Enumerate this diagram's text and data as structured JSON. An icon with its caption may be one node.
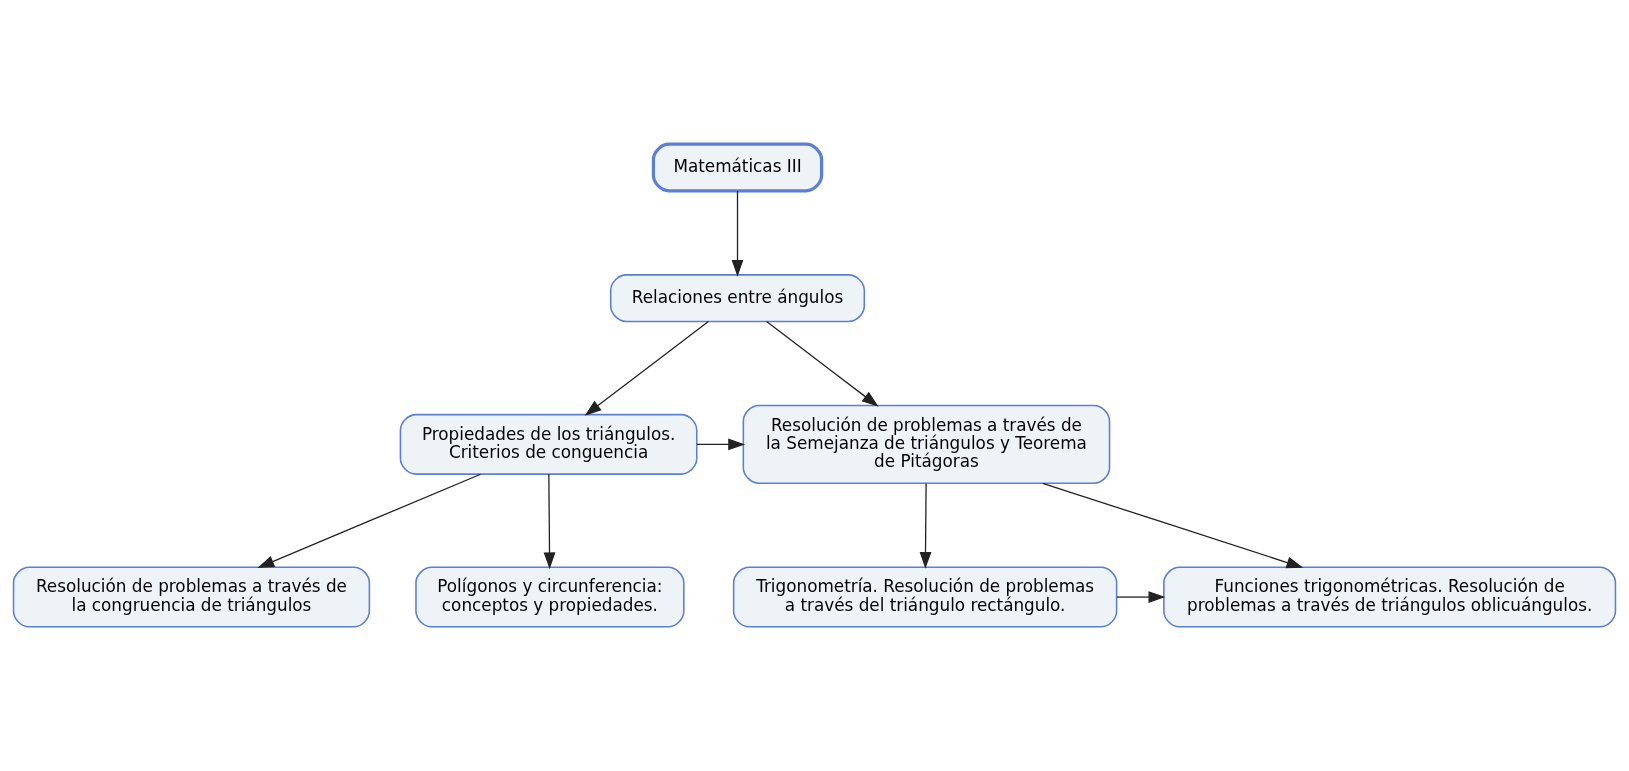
{
  "diagram": {
    "nodes": [
      {
        "text": [
          "Matemáticas III"
        ]
      },
      {
        "text": [
          "Relaciones entre ángulos"
        ]
      },
      {
        "text": [
          "Propiedades de los triángulos. Criterios de conguencia"
        ]
      },
      {
        "text": [
          "Resolución de problemas a través de la Semejanza de triángulos y Teorema de Pitágoras"
        ]
      },
      {
        "text": [
          "Resolución de problemas a través de la congruencia de triángulos"
        ]
      },
      {
        "text": [
          "Polígonos y circunferencia: conceptos y propiedades."
        ]
      },
      {
        "text": [
          "Trigonometría. Resolución de problemas a través del triángulo rectángulo."
        ]
      },
      {
        "text": [
          "Funciones trigonométricas. Resolución de problemas a través de triángulos oblicuángulos."
        ]
      }
    ],
    "edges": [
      {
        "from": 0,
        "to": 1,
        "arrow": "to"
      },
      {
        "from": 1,
        "to": 2,
        "arrow": "to"
      },
      {
        "from": 1,
        "to": 3,
        "arrow": "to"
      },
      {
        "from": 2,
        "to": 3,
        "arrow": "to"
      },
      {
        "from": 2,
        "to": 4,
        "arrow": "to"
      },
      {
        "from": 2,
        "to": 5,
        "arrow": "to"
      },
      {
        "from": 3,
        "to": 6,
        "arrow": "to"
      },
      {
        "from": 3,
        "to": 7,
        "arrow": "to"
      },
      {
        "from": 6,
        "to": 7,
        "arrow": "to"
      }
    ]
  }
}
